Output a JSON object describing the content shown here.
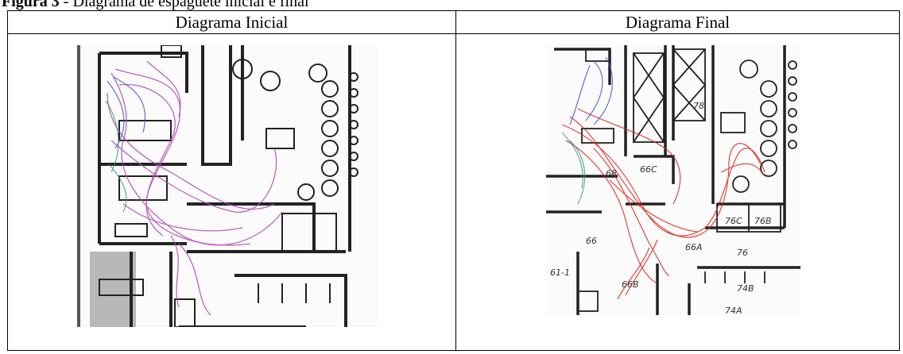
{
  "caption": {
    "prefix": "Figura 3",
    "text": "- Diagrama de espaguete inicial e final"
  },
  "table": {
    "headers": [
      "Diagrama Inicial",
      "Diagrama Final"
    ]
  },
  "final_diagram": {
    "room_labels": [
      "78",
      "66C",
      "76C",
      "76B",
      "66",
      "76",
      "61-1",
      "66A",
      "66B",
      "74B",
      "74A",
      "68"
    ]
  },
  "colors": {
    "initial_paths": "#b04ab8",
    "final_paths": "#d8281c",
    "blue_paths": "#3a4fc8",
    "green_paths": "#3a9a78"
  }
}
